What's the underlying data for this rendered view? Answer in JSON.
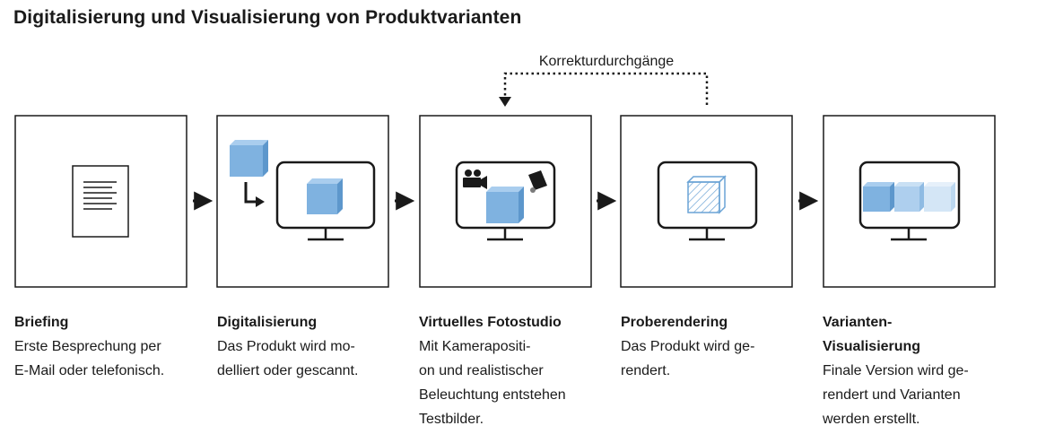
{
  "title": "Digitalisierung und Visualisierung von Produktvarianten",
  "loop_label": "Korrekturdurchgänge",
  "colors": {
    "cube_face": "#7fb2e0",
    "cube_top": "#a9cdee",
    "cube_side": "#5d97cc",
    "cube_light_face": "#aecfee",
    "cube_lighter_face": "#d4e6f6",
    "stroke": "#1a1a1a"
  },
  "steps": [
    {
      "title": "Briefing",
      "desc_lines": [
        "Erste Besprechung per",
        "E-Mail oder telefonisch."
      ],
      "icon": "document-icon"
    },
    {
      "title": "Digitalisierung",
      "desc_lines": [
        "Das Produkt wird mo-",
        "delliert oder gescannt."
      ],
      "icon": "monitor-with-cube-icon"
    },
    {
      "title": "Virtuelles Fotostudio",
      "desc_lines": [
        "Mit Kamerapositi-",
        "on und realistischer",
        "Beleuchtung entstehen",
        "Testbilder."
      ],
      "icon": "monitor-studio-icon"
    },
    {
      "title": "Proberendering",
      "desc_lines": [
        "Das Produkt wird ge-",
        "rendert."
      ],
      "icon": "monitor-hatched-cube-icon"
    },
    {
      "title_lines": [
        "Varianten-",
        "Visualisierung"
      ],
      "desc_lines": [
        "Finale Version wird ge-",
        "rendert und Varianten",
        "werden erstellt."
      ],
      "icon": "monitor-variants-icon"
    }
  ]
}
